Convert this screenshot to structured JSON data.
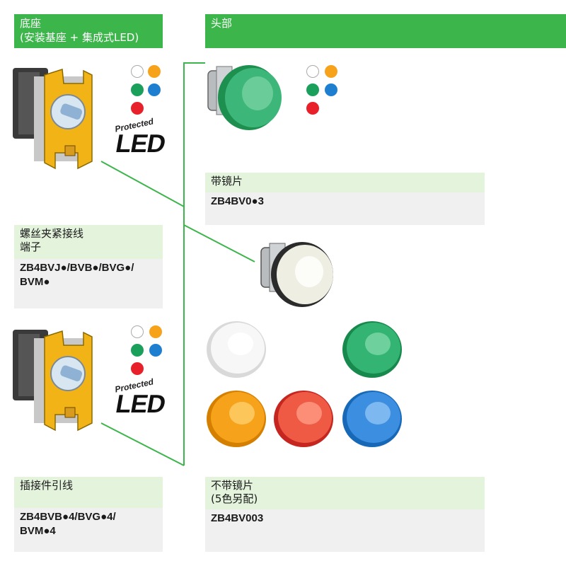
{
  "base_header": {
    "line1": "底座",
    "line2": "(安装基座 + 集成式LED)"
  },
  "head_header": {
    "title": "头部"
  },
  "with_lens": {
    "label": "带镜片",
    "code": "ZB4BV0●3"
  },
  "screw_clamp": {
    "line1": "螺丝夹紧接线",
    "line2": "端子",
    "code_line1": "ZB4BVJ●/BVB●/BVG●/",
    "code_line2": "BVM●"
  },
  "plugin": {
    "label": "插接件引线",
    "code_line1": "ZB4BVB●4/BVG●4/",
    "code_line2": "BVM●4"
  },
  "without_lens": {
    "line1": "不带镜片",
    "line2": "(5色另配)",
    "code": "ZB4BV003"
  },
  "badge": {
    "small": "Protected",
    "big": "LED"
  },
  "colors": {
    "accent": "#3cb54a",
    "white": "#ffffff",
    "orange": "#f7a21b",
    "green": "#1aa05a",
    "blue": "#1e7fd0",
    "red": "#e8202a",
    "yellow_frame": "#f2b316"
  },
  "color_dots": [
    "white",
    "orange",
    "green",
    "blue",
    "red"
  ],
  "icons": [
    "base-module-icon",
    "led-lens-head-icon",
    "clear-lens-head-icon",
    "protected-led-badge-icon",
    "lens-cap-icon"
  ]
}
